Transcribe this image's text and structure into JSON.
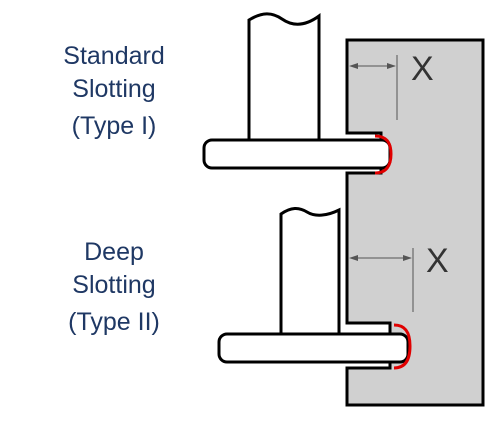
{
  "labels": {
    "standard": {
      "line1": "Standard",
      "line2": "Slotting",
      "line3": "(Type I)"
    },
    "deep": {
      "line1": "Deep",
      "line2": "Slotting",
      "line3": "(Type II)"
    }
  },
  "dimension_symbol": "X",
  "colors": {
    "label_text": "#1f3864",
    "workpiece_fill": "#d0d0d0",
    "outline": "#000000",
    "cut_edge": "#e00000",
    "dimension": "#555555"
  }
}
